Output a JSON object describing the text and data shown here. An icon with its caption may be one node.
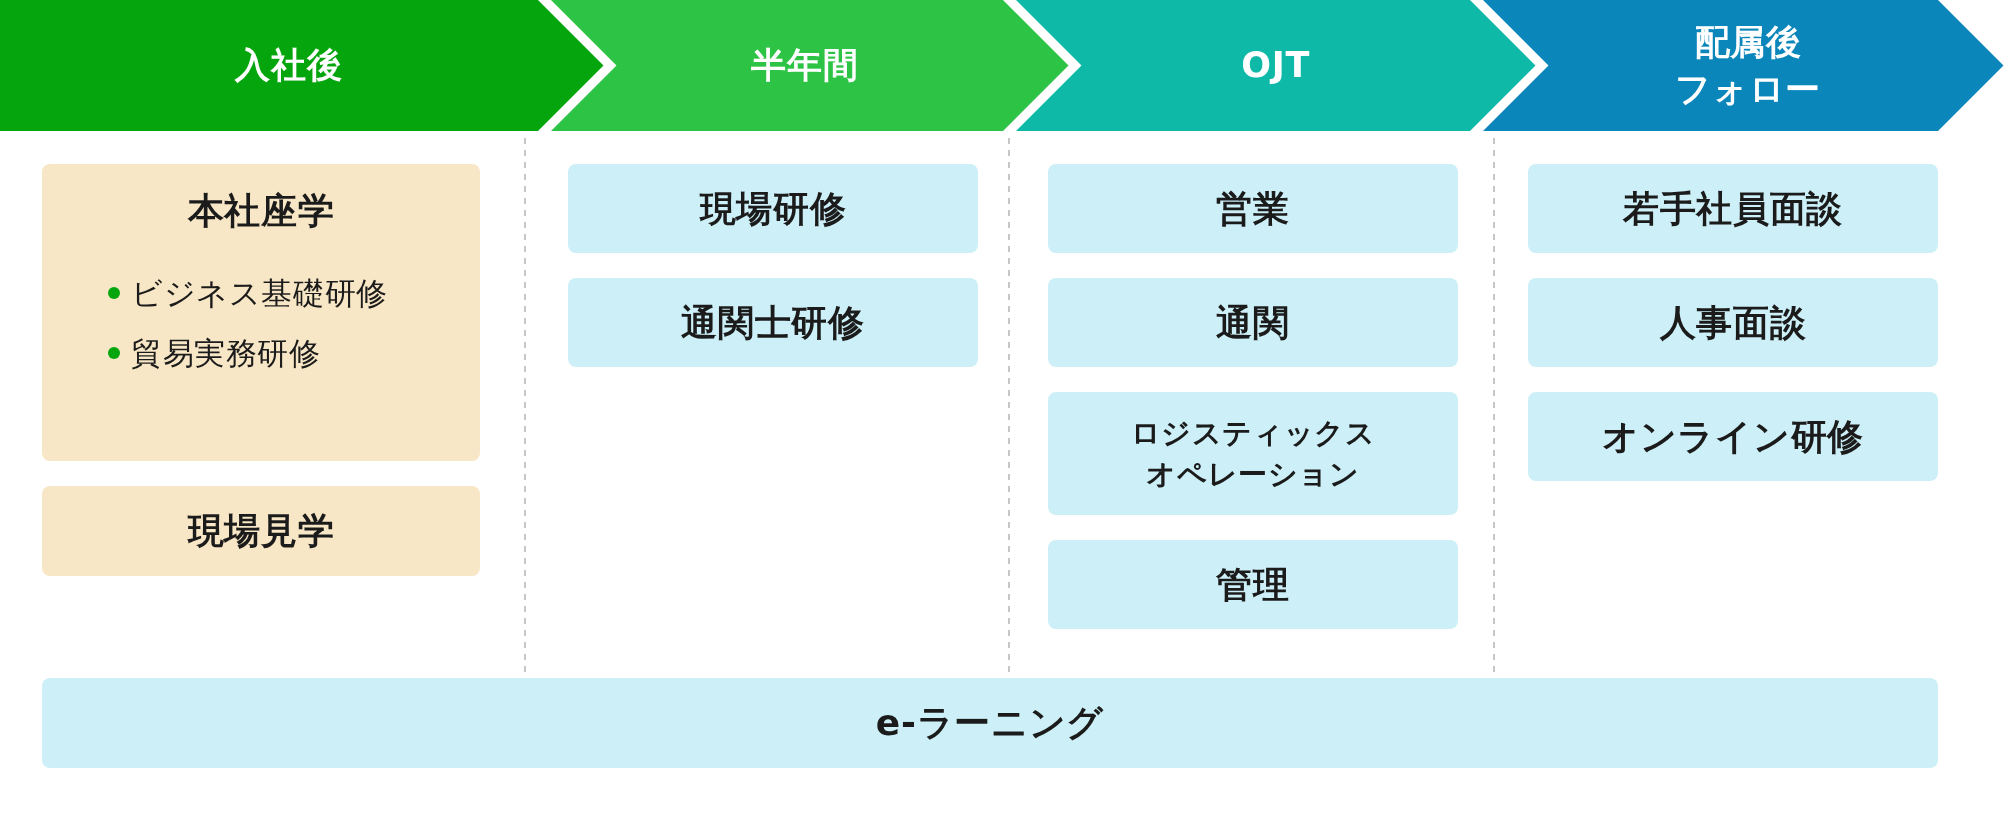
{
  "diagram": {
    "nodes": [
      {
        "text": [
          "入社後"
        ]
      },
      {
        "text": [
          "半年間"
        ]
      },
      {
        "text": [
          "OJT"
        ]
      },
      {
        "text": [
          "配属後フォロー"
        ]
      },
      {
        "text": [
          "本社座学",
          "ビジネス基礎研修",
          "貿易実務研修"
        ]
      },
      {
        "text": [
          "現場見学"
        ]
      },
      {
        "text": [
          "現場研修"
        ]
      },
      {
        "text": [
          "通関士研修"
        ]
      },
      {
        "text": [
          "営業"
        ]
      },
      {
        "text": [
          "通関"
        ]
      },
      {
        "text": [
          "ロジスティックスオペレーション"
        ]
      },
      {
        "text": [
          "管理"
        ]
      },
      {
        "text": [
          "若手社員面談"
        ]
      },
      {
        "text": [
          "人事面談"
        ]
      },
      {
        "text": [
          "オンライン研修"
        ]
      },
      {
        "text": [
          "e-ラーニング"
        ]
      }
    ]
  }
}
